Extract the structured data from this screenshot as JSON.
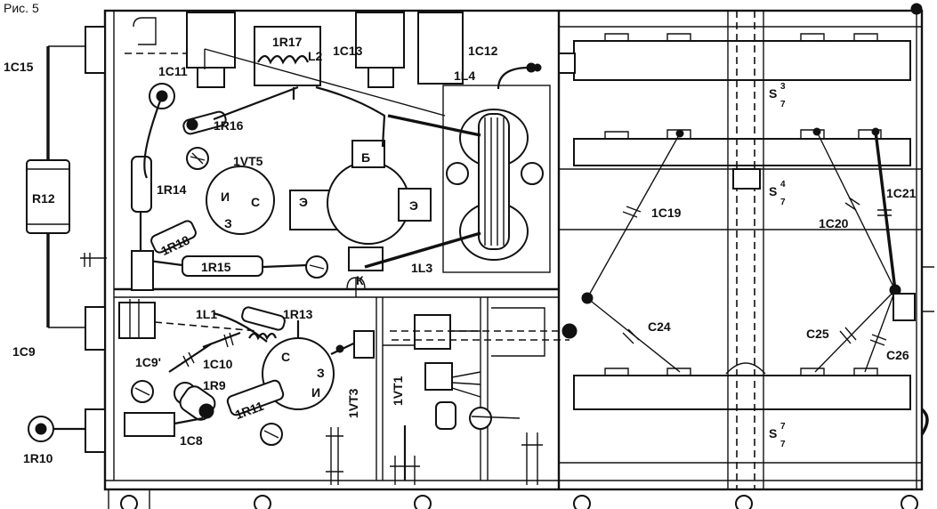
{
  "figure_label": "Рис. 5",
  "components": {
    "c15": "1С15",
    "r12": "R12",
    "c9": "1С9",
    "r10": "1R10",
    "c11": "1С11",
    "r16": "1R16",
    "r17": "1R17",
    "l2": "L2",
    "c13": "1С13",
    "c12": "1С12",
    "l4": "1L4",
    "vt5": "1VT5",
    "r14": "1R14",
    "r18": "1R18",
    "r15": "1R15",
    "l3": "1L3",
    "pin_i": "И",
    "pin_c": "С",
    "pin_z": "З",
    "pin_e1": "Э",
    "pin_e2": "Э",
    "pin_b": "Б",
    "pin_k": "К",
    "l1": "1L1",
    "r13": "1R13",
    "c9p": "1С9'",
    "c10": "1С10",
    "r9": "1R9",
    "c8": "1С8",
    "r11": "1R11",
    "vt3_c": "С",
    "vt3_z": "З",
    "vt3_i": "И",
    "vt3": "1VT3",
    "vt1": "1VT1",
    "c19": "1С19",
    "c20": "1С20",
    "c21": "1С21",
    "c24": "С24",
    "c25": "С25",
    "c26": "С26",
    "s3": "S",
    "s3_sup": "3",
    "s3_sub": "7",
    "s4": "S",
    "s4_sup": "4",
    "s4_sub": "7",
    "s7": "S",
    "s7_sup": "7",
    "s7_sub": "7"
  }
}
